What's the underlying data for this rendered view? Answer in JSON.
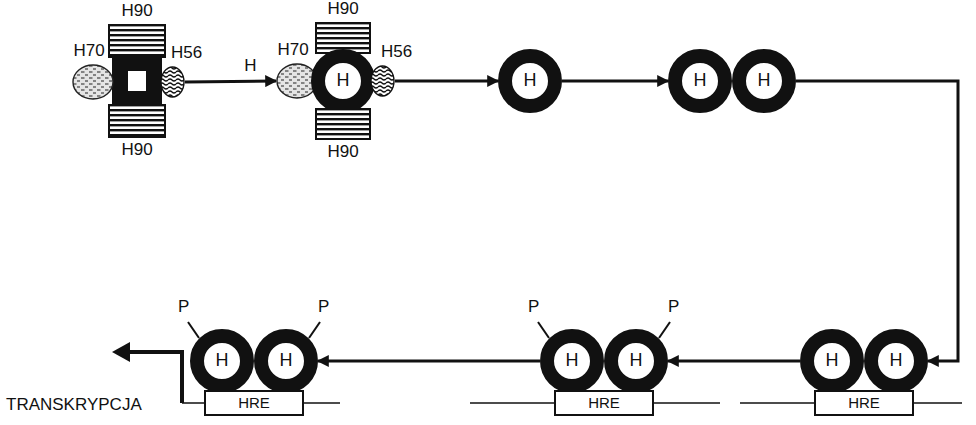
{
  "diagram": {
    "nodes": [
      {
        "text": [
          "H90"
        ]
      },
      {
        "text": [
          "H70"
        ]
      },
      {
        "text": [
          "H56"
        ]
      },
      {
        "text": [
          "H90"
        ]
      },
      {
        "text": [
          "H90"
        ]
      },
      {
        "text": [
          "H70"
        ]
      },
      {
        "text": [
          "H"
        ]
      },
      {
        "text": [
          "H56"
        ]
      },
      {
        "text": [
          "H90"
        ]
      },
      {
        "text": [
          "H"
        ]
      },
      {
        "text": [
          "H"
        ]
      },
      {
        "text": [
          "H"
        ]
      },
      {
        "text": [
          "H"
        ]
      },
      {
        "text": [
          "H"
        ]
      },
      {
        "text": [
          "HRE"
        ]
      },
      {
        "text": [
          "H"
        ]
      },
      {
        "text": [
          "H"
        ]
      },
      {
        "text": [
          "HRE"
        ]
      },
      {
        "text": [
          "H"
        ]
      },
      {
        "text": [
          "H"
        ]
      },
      {
        "text": [
          "HRE"
        ]
      }
    ],
    "edges": [
      {
        "from": 2,
        "to": 5,
        "label": "H",
        "arrow": "to"
      },
      {
        "from": 7,
        "to": 9,
        "arrow": "to"
      },
      {
        "from": 9,
        "to": 10,
        "arrow": "to"
      },
      {
        "from": 11,
        "to": 19,
        "arrow": "to"
      },
      {
        "from": 18,
        "to": 16,
        "arrow": "to"
      },
      {
        "from": 15,
        "to": 13,
        "arrow": "to"
      }
    ],
    "labels": [
      "P",
      "P",
      "P",
      "P",
      "TRANSKRYPCJA"
    ]
  }
}
